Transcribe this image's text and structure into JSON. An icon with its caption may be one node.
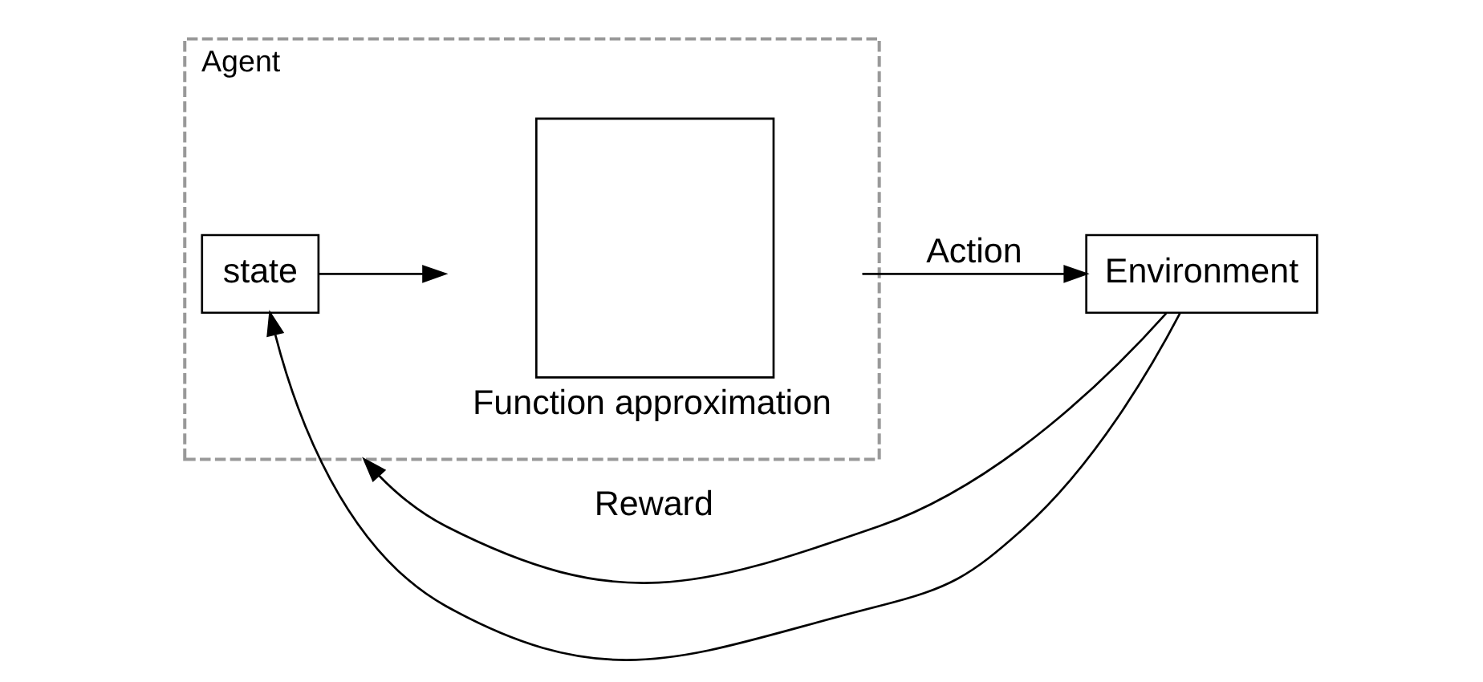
{
  "diagram": {
    "nodes": [
      {
        "text": [
          "Agent"
        ]
      },
      {
        "text": [
          "state"
        ],
        "in": 0
      },
      {
        "text": [],
        "shape": "box",
        "in": 0,
        "beside": [
          "Function approximation"
        ]
      },
      {
        "text": [
          "Environment"
        ]
      }
    ],
    "edges": [
      {
        "from": 1,
        "to": 2,
        "arrow": "to"
      },
      {
        "from": 2,
        "to": 3,
        "arrow": "to",
        "label": "Action"
      },
      {
        "from": 3,
        "to": 0,
        "arrow": "to",
        "label": "Reward"
      },
      {
        "from": 3,
        "to": 1,
        "arrow": "to"
      }
    ]
  }
}
